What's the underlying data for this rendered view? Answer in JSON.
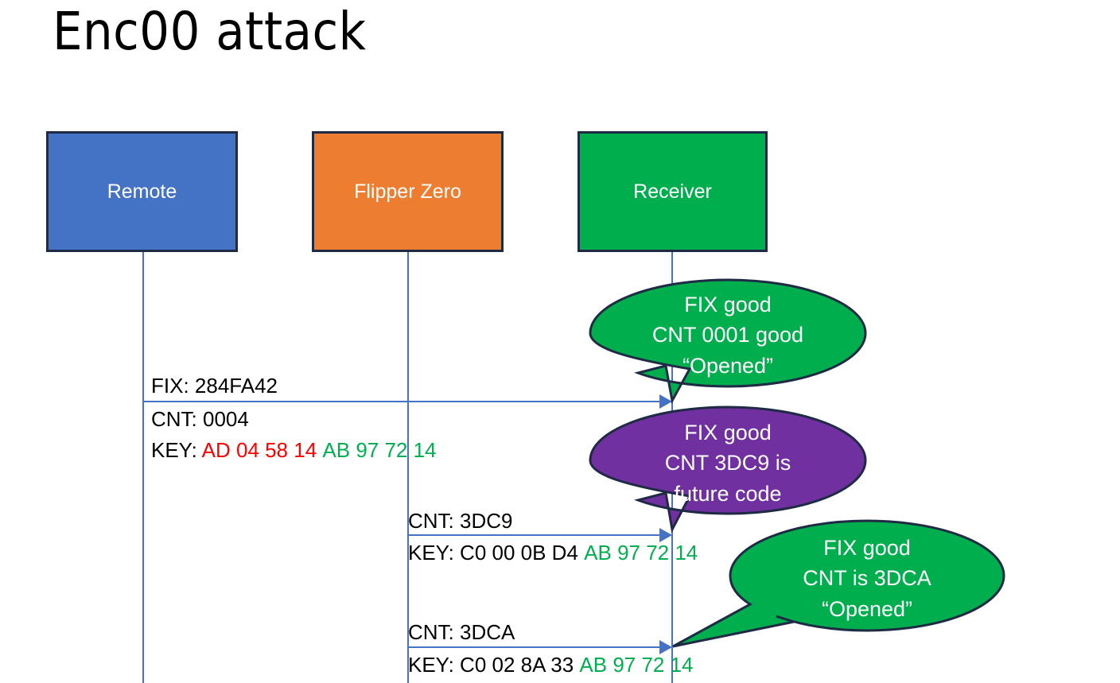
{
  "slide": {
    "title": "Enc00 attack"
  },
  "actors": [
    {
      "id": "remote",
      "label": "Remote",
      "color": "#4472C4"
    },
    {
      "id": "flipper",
      "label": "Flipper Zero",
      "color": "#ED7D31"
    },
    {
      "id": "receiver",
      "label": "Receiver",
      "color": "#00AE4D"
    }
  ],
  "messages": [
    {
      "id": "msg1",
      "from": "remote",
      "to": "receiver",
      "lines": [
        {
          "id": "fix",
          "prefix": "FIX: ",
          "value": "284FA42"
        },
        {
          "id": "cnt",
          "prefix": "CNT: ",
          "value": "0004"
        },
        {
          "id": "key",
          "prefix": "KEY: ",
          "hex_red": "AD 04 58 14",
          "hex_green": "AB 97 72 14"
        }
      ]
    },
    {
      "id": "msg2",
      "from": "flipper",
      "to": "receiver",
      "lines": [
        {
          "id": "cnt",
          "prefix": "CNT: ",
          "value": "3DC9"
        },
        {
          "id": "key",
          "prefix": "KEY: ",
          "hex_black": "C0 00 0B D4",
          "hex_green": "AB 97 72 14"
        }
      ]
    },
    {
      "id": "msg3",
      "from": "flipper",
      "to": "receiver",
      "lines": [
        {
          "id": "cnt",
          "prefix": "CNT: ",
          "value": "3DCA"
        },
        {
          "id": "key",
          "prefix": "KEY: ",
          "hex_black": "C0 02 8A 33",
          "hex_green": "AB 97 72 14"
        }
      ]
    }
  ],
  "callouts": [
    {
      "id": "callout1",
      "color": "#00AE4D",
      "line1": "FIX good",
      "line2": "CNT 0001 good",
      "line3": "“Opened”"
    },
    {
      "id": "callout2",
      "color": "#7030A0",
      "line1": "FIX good",
      "line2": "CNT 3DC9 is",
      "line3": "future code"
    },
    {
      "id": "callout3",
      "color": "#00AE4D",
      "line1": "FIX good",
      "line2": "CNT is 3DCA",
      "line3": "“Opened”"
    }
  ],
  "colors": {
    "blue": "#4472C4",
    "orange": "#ED7D31",
    "green": "#00AE4D",
    "purple": "#7030A0",
    "red_hex": "#FF0000",
    "green_hex": "#00B050",
    "outline": "#1F2A44"
  }
}
